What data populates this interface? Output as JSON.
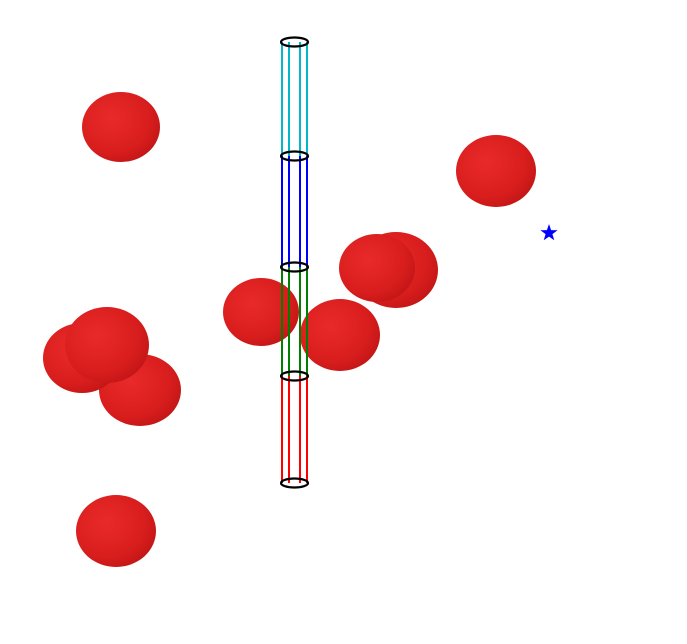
{
  "scene": {
    "background": "#ffffff",
    "sphere_color": "#dd1c1c",
    "sphere_count": 11,
    "arm_segments": [
      {
        "name": "segment-top",
        "color": "#00b8c8"
      },
      {
        "name": "segment-upper-middle",
        "color": "#0000ff"
      },
      {
        "name": "segment-lower-middle",
        "color": "#008000"
      },
      {
        "name": "segment-bottom",
        "color": "#ff0000"
      }
    ],
    "joint_ring_color": "#000000",
    "goal_marker": {
      "icon": "star-icon",
      "color": "#0000ff"
    }
  }
}
